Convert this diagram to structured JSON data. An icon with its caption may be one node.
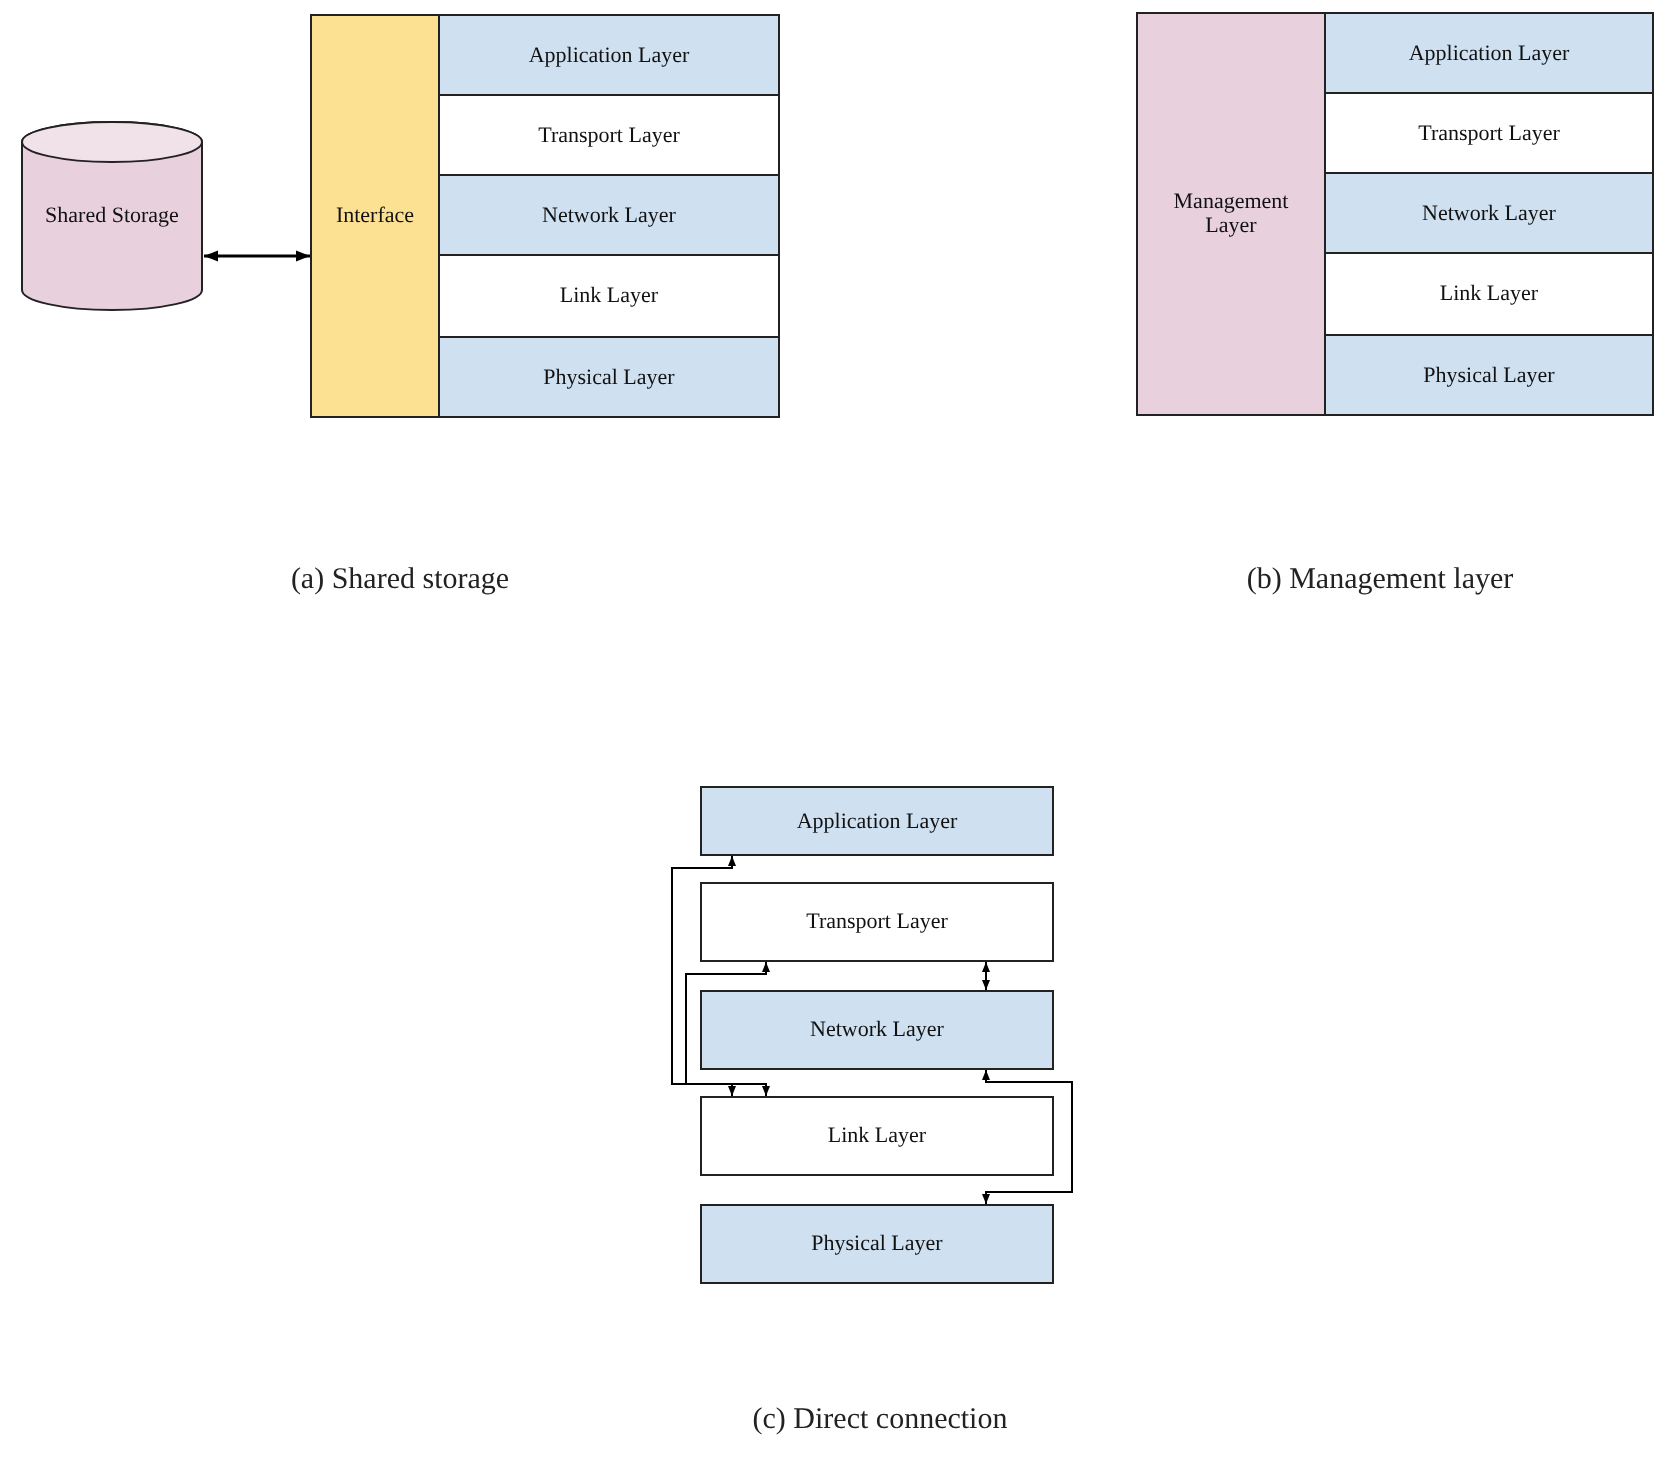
{
  "diagram": {
    "nodes": [
      {
        "text": [
          "Shared Storage"
        ]
      },
      {
        "text": [
          "Interface"
        ]
      },
      {
        "text": [
          "Application Layer"
        ]
      },
      {
        "text": [
          "Transport Layer"
        ]
      },
      {
        "text": [
          "Network Layer"
        ]
      },
      {
        "text": [
          "Link Layer"
        ]
      },
      {
        "text": [
          "Physical Layer"
        ]
      },
      {
        "text": [
          "Management Layer"
        ]
      },
      {
        "text": [
          "Application Layer"
        ]
      },
      {
        "text": [
          "Transport Layer"
        ]
      },
      {
        "text": [
          "Network Layer"
        ]
      },
      {
        "text": [
          "Link Layer"
        ]
      },
      {
        "text": [
          "Physical Layer"
        ]
      },
      {
        "text": [
          "Application Layer"
        ]
      },
      {
        "text": [
          "Transport Layer"
        ]
      },
      {
        "text": [
          "Network Layer"
        ]
      },
      {
        "text": [
          "Link Layer"
        ]
      },
      {
        "text": [
          "Physical Layer"
        ]
      }
    ],
    "edges": [
      {
        "from": 0,
        "to": 1,
        "arrow": "both"
      },
      {
        "from": 13,
        "to": 16,
        "arrow": "both"
      },
      {
        "from": 14,
        "to": 16,
        "arrow": "both"
      },
      {
        "from": 14,
        "to": 15,
        "arrow": "both"
      },
      {
        "from": 15,
        "to": 17,
        "arrow": "both"
      }
    ],
    "labels": [
      "(a) Shared storage",
      "(b) Management layer",
      "(c) Direct connection"
    ]
  }
}
